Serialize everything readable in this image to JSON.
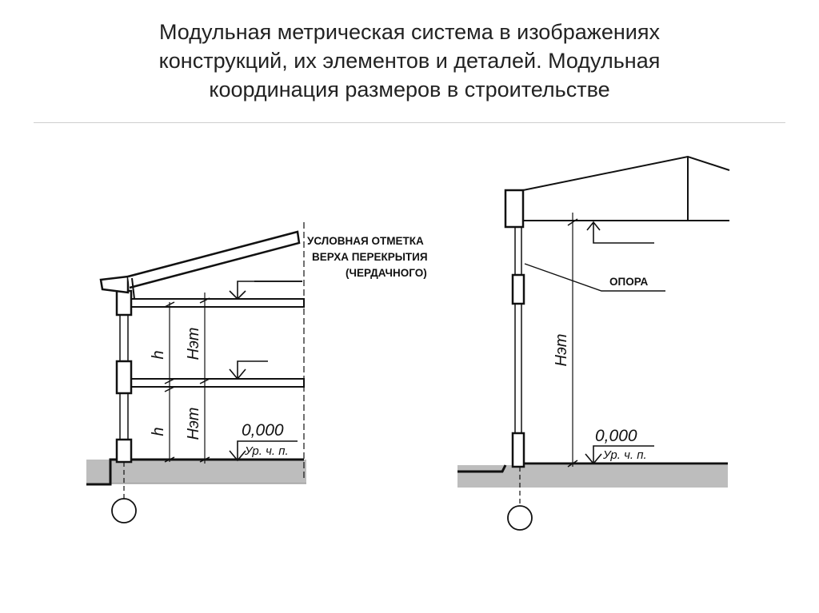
{
  "title": {
    "line1": "Модульная метрическая система в изображениях",
    "line2": "конструкций, их элементов и деталей. Модульная",
    "line3": "координация размеров в строительстве"
  },
  "left_section": {
    "callout_line1": "УСЛОВНАЯ ОТМЕТКА",
    "callout_line2": "ВЕРХА ПЕРЕКРЫТИЯ",
    "callout_line3": "(ЧЕРДАЧНОГО)",
    "h_upper": "h",
    "h_lower": "h",
    "H_upper": "Hэт",
    "H_lower": "Hэт",
    "level_value": "0,000",
    "level_label": "Ур. ч. п."
  },
  "right_section": {
    "support_label": "ОПОРА",
    "H_label": "Hэт",
    "level_value": "0,000",
    "level_label": "Ур. ч. п."
  }
}
